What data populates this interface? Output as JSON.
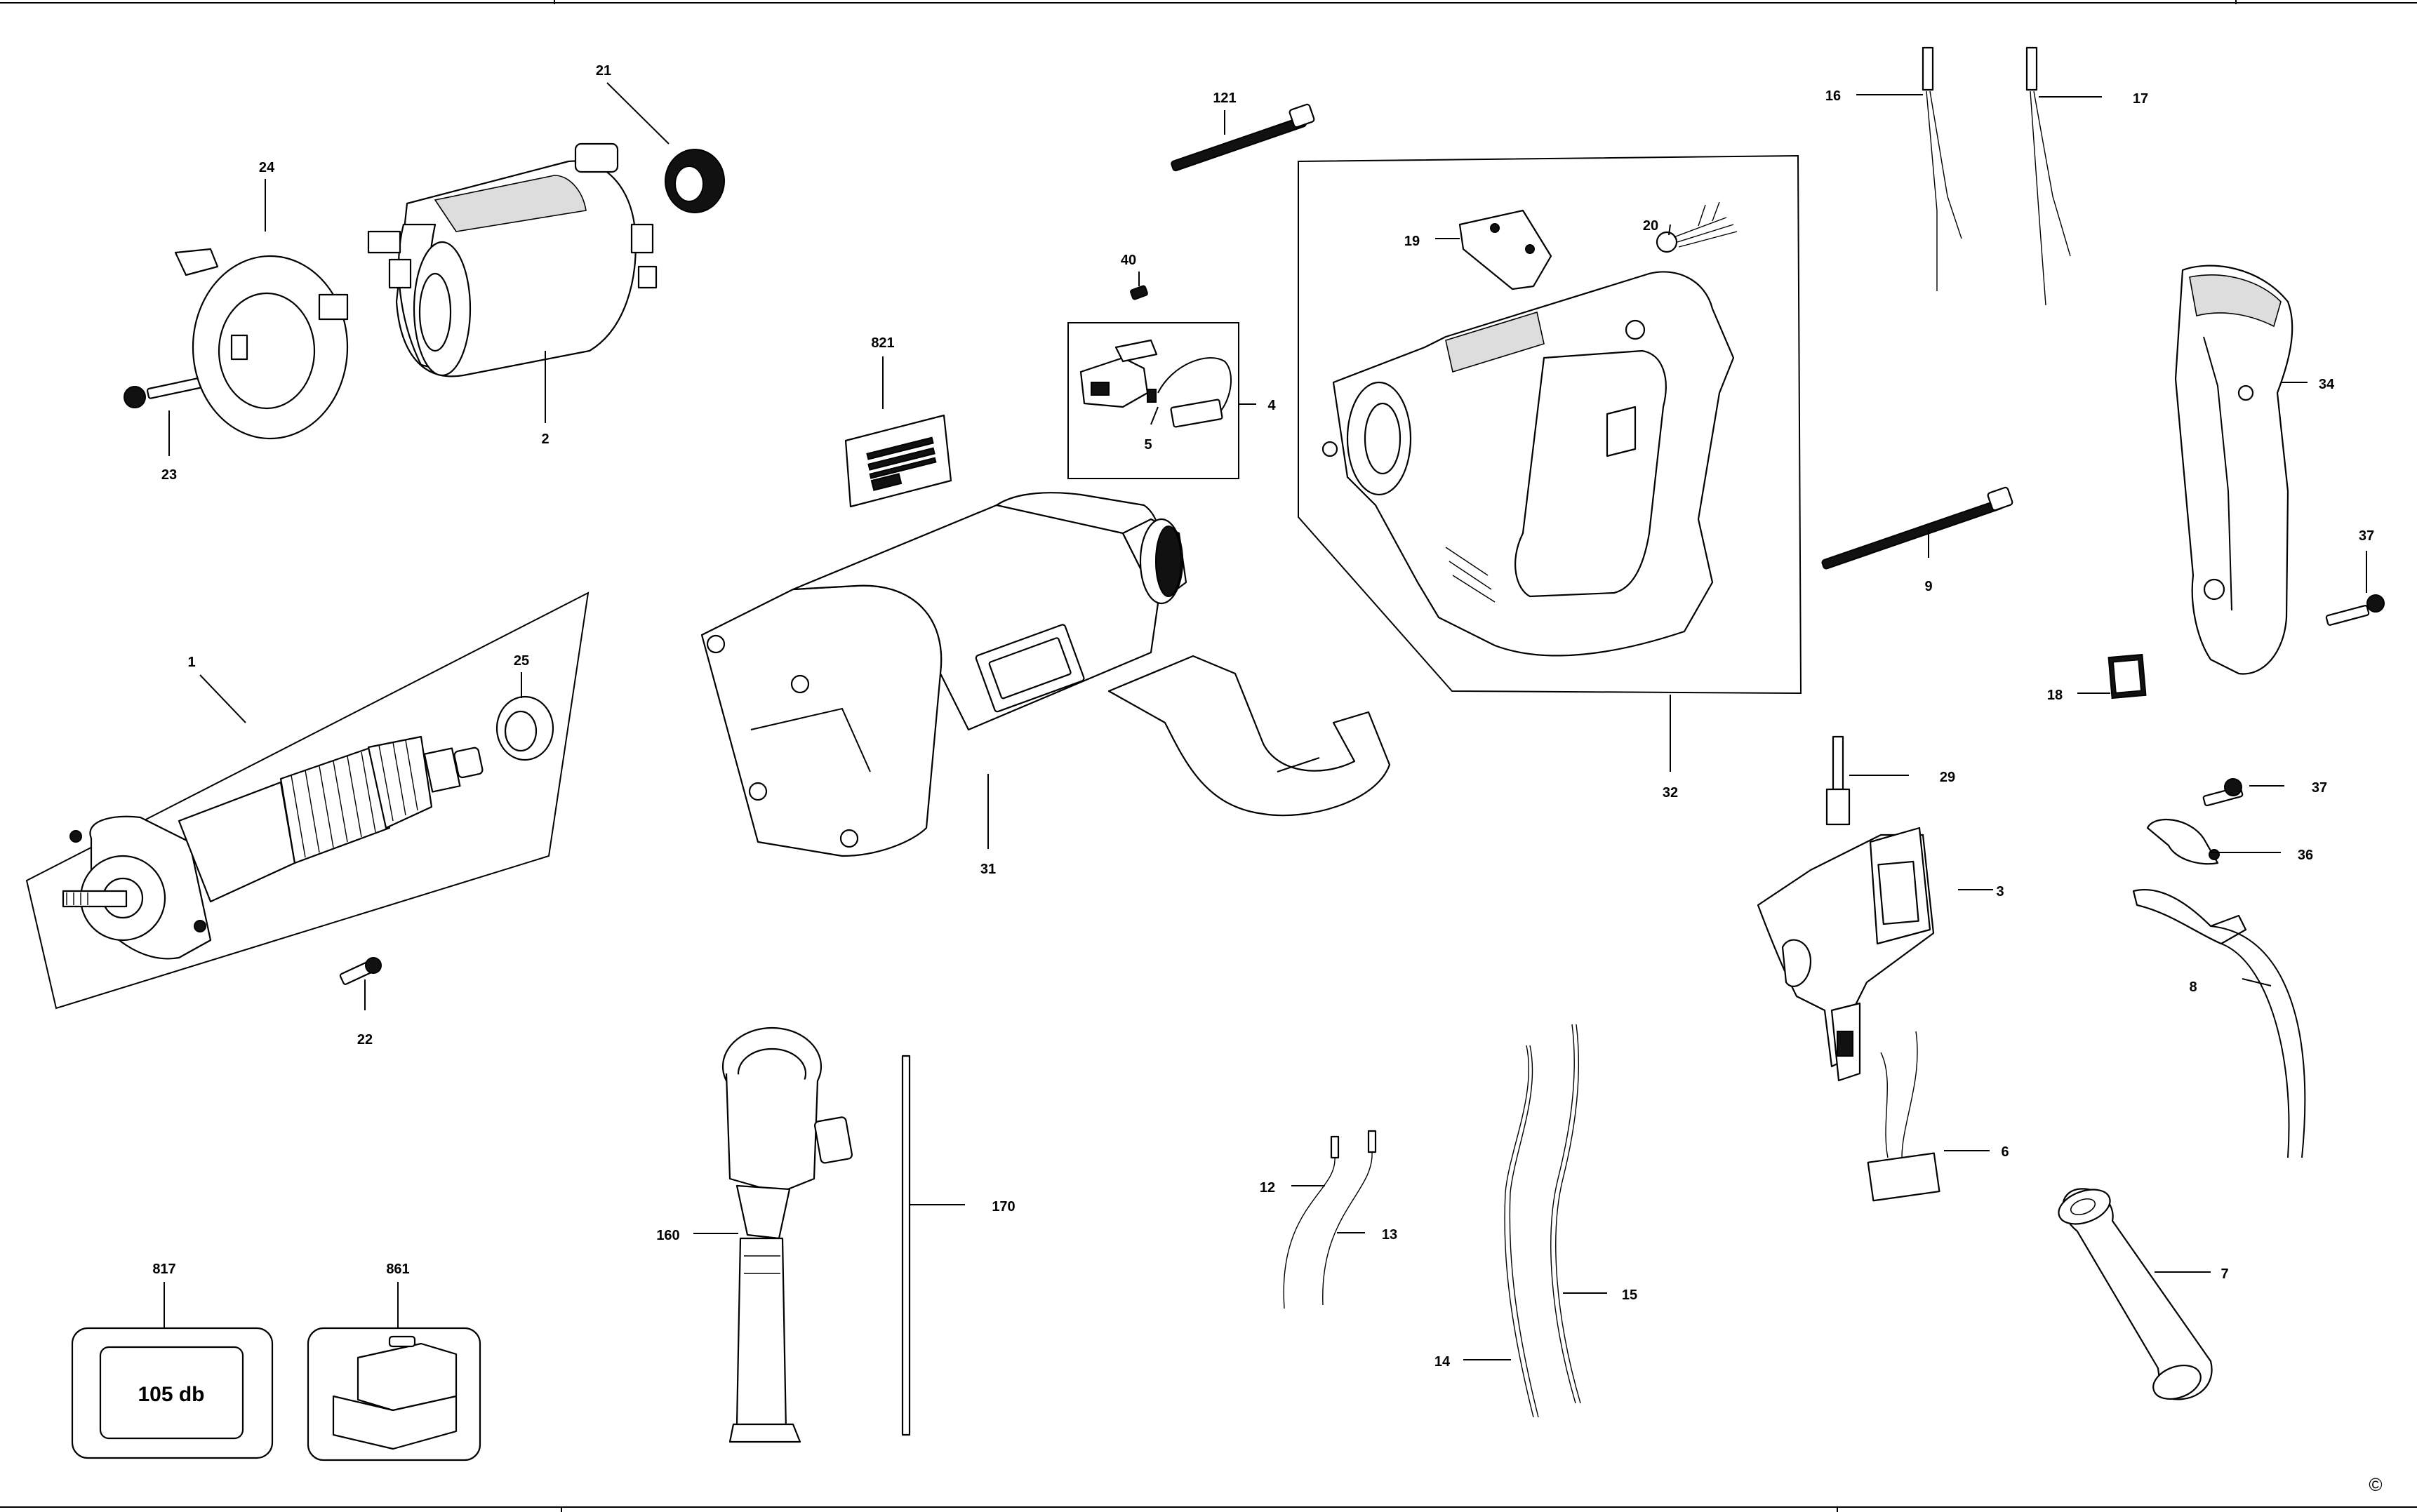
{
  "parts": [
    {
      "id": "p1",
      "number": "1"
    },
    {
      "id": "p2",
      "number": "2"
    },
    {
      "id": "p3",
      "number": "3"
    },
    {
      "id": "p4",
      "number": "4"
    },
    {
      "id": "p5",
      "number": "5"
    },
    {
      "id": "p6",
      "number": "6"
    },
    {
      "id": "p7",
      "number": "7"
    },
    {
      "id": "p8",
      "number": "8"
    },
    {
      "id": "p9",
      "number": "9"
    },
    {
      "id": "p12",
      "number": "12"
    },
    {
      "id": "p13",
      "number": "13"
    },
    {
      "id": "p14",
      "number": "14"
    },
    {
      "id": "p15",
      "number": "15"
    },
    {
      "id": "p16",
      "number": "16"
    },
    {
      "id": "p17",
      "number": "17"
    },
    {
      "id": "p18",
      "number": "18"
    },
    {
      "id": "p19",
      "number": "19"
    },
    {
      "id": "p20",
      "number": "20"
    },
    {
      "id": "p21",
      "number": "21"
    },
    {
      "id": "p22",
      "number": "22"
    },
    {
      "id": "p23",
      "number": "23"
    },
    {
      "id": "p24",
      "number": "24"
    },
    {
      "id": "p25",
      "number": "25"
    },
    {
      "id": "p29",
      "number": "29"
    },
    {
      "id": "p31",
      "number": "31"
    },
    {
      "id": "p32",
      "number": "32"
    },
    {
      "id": "p34",
      "number": "34"
    },
    {
      "id": "p36",
      "number": "36"
    },
    {
      "id": "p37a",
      "number": "37"
    },
    {
      "id": "p37b",
      "number": "37"
    },
    {
      "id": "p40",
      "number": "40"
    },
    {
      "id": "p121",
      "number": "121"
    },
    {
      "id": "p160",
      "number": "160"
    },
    {
      "id": "p170",
      "number": "170"
    },
    {
      "id": "p817",
      "number": "817"
    },
    {
      "id": "p821",
      "number": "821"
    },
    {
      "id": "p861",
      "number": "861"
    }
  ],
  "noise_label": {
    "text": "105 db"
  },
  "copyright_symbol": "©"
}
